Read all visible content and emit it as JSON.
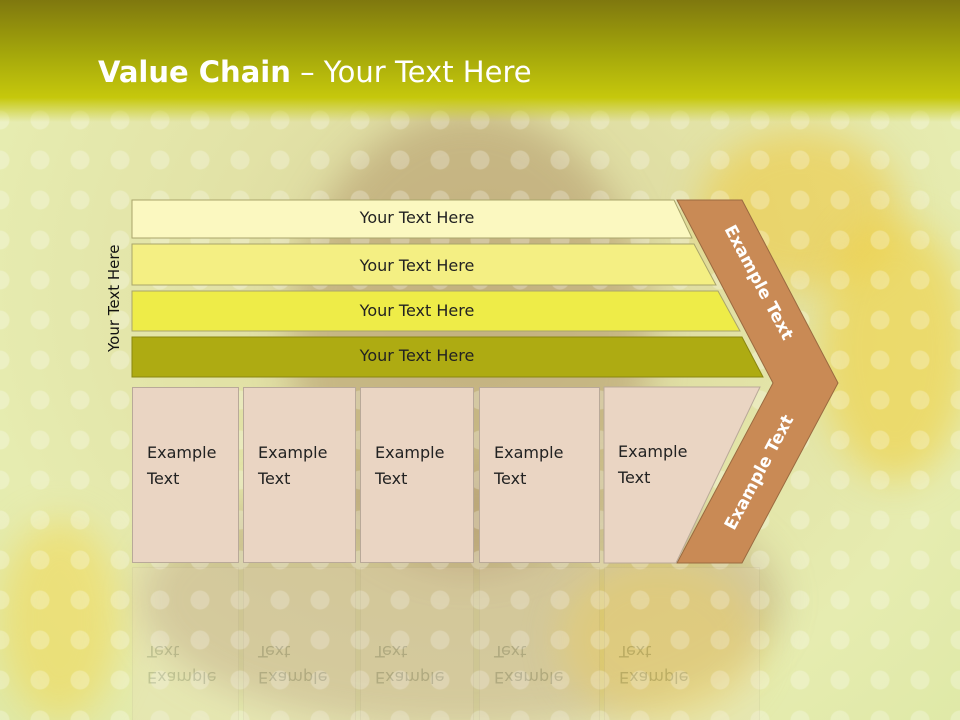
{
  "slide": {
    "title_bold": "Value Chain",
    "title_rest": " – Your Text Here",
    "side_label": "Your Text Here",
    "bars": [
      "Your Text Here",
      "Your Text Here",
      "Your Text Here",
      "Your Text Here"
    ],
    "chevron_top": "Example Text",
    "chevron_bottom": "Example Text",
    "boxes": [
      {
        "line1": "Example",
        "line2": "Text"
      },
      {
        "line1": "Example",
        "line2": "Text"
      },
      {
        "line1": "Example",
        "line2": "Text"
      },
      {
        "line1": "Example",
        "line2": "Text"
      },
      {
        "line1": "Example",
        "line2": "Text"
      }
    ]
  },
  "colors": {
    "header": "#a5a80b",
    "bar1": "#fbf8c0",
    "bar2": "#f4ef83",
    "bar3": "#eeec48",
    "bar4": "#aeab12",
    "chevron": "#c98a55",
    "box": "#ead5c3"
  }
}
